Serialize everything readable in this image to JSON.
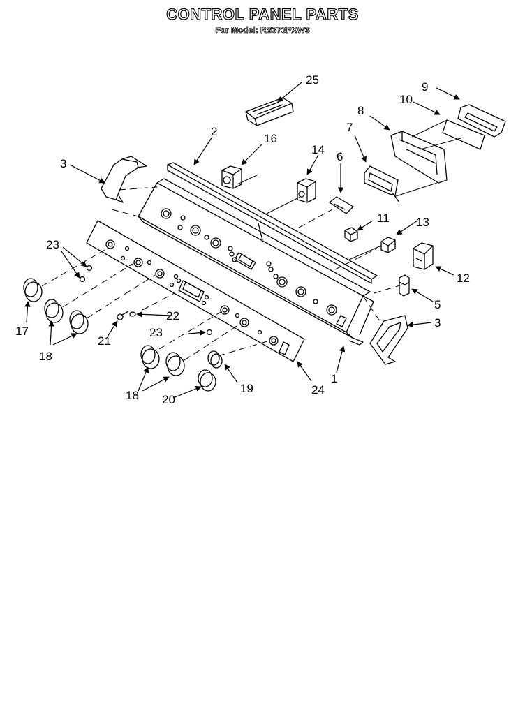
{
  "header": {
    "title": "CONTROL PANEL PARTS",
    "subtitle": "For Model: RS373PXW3"
  },
  "callouts": [
    "25",
    "9",
    "10",
    "8",
    "2",
    "16",
    "14",
    "6",
    "7",
    "3",
    "11",
    "13",
    "23",
    "12",
    "5",
    "22",
    "3",
    "17",
    "18",
    "21",
    "23",
    "1",
    "24",
    "18",
    "19",
    "20"
  ]
}
